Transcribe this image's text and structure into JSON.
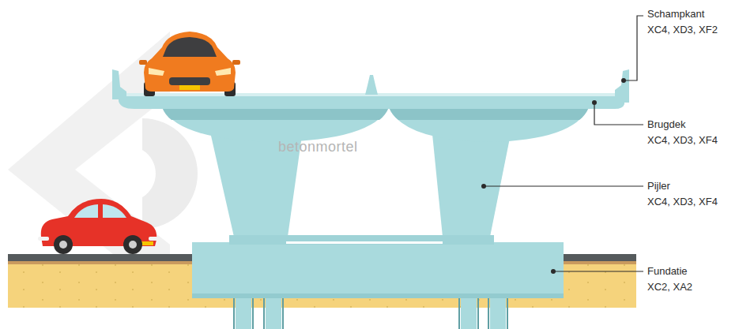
{
  "diagram": {
    "labels": [
      "Schampkant",
      "XC4, XD3, XF2",
      "Brugdek",
      "XC4, XD3, XF4",
      "Pijler",
      "XC4, XD3, XF4",
      "Fundatie",
      "XC2, XA2",
      "betonmortel"
    ]
  }
}
